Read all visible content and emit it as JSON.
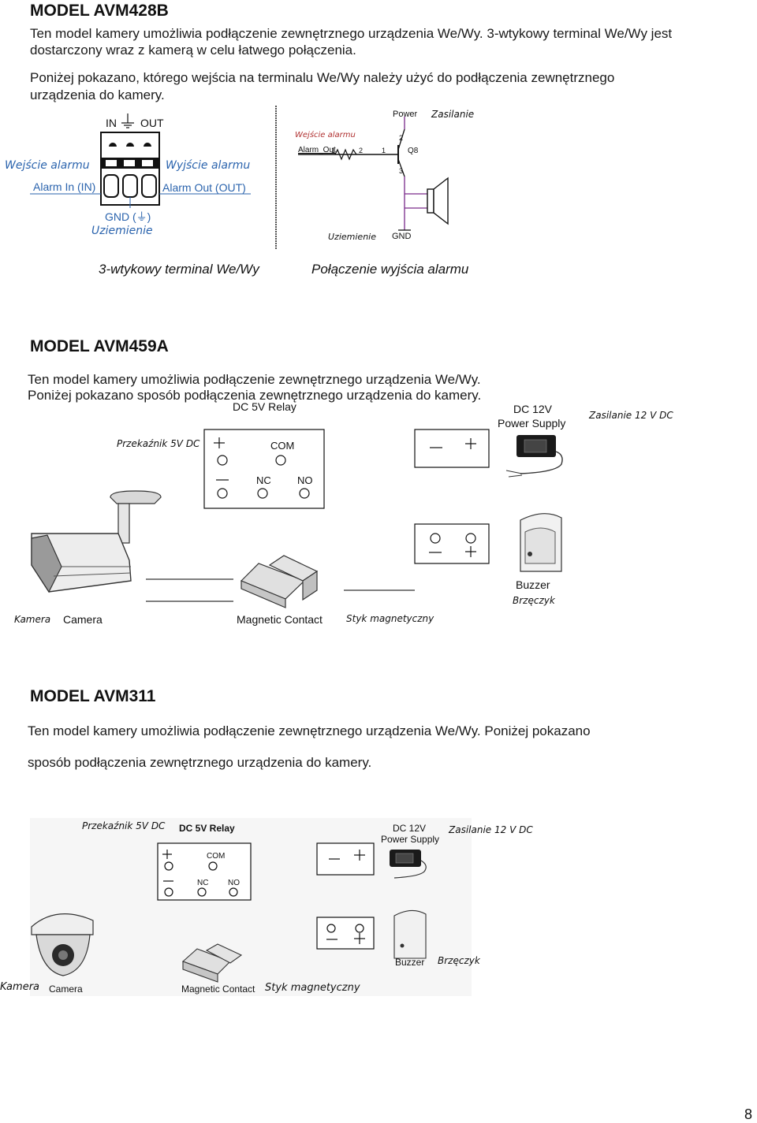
{
  "section1": {
    "heading": "MODEL AVM428B",
    "para1_line1": "Ten model kamery umożliwia podłączenie zewnętrznego urządzenia We/Wy. 3-wtykowy terminal We/Wy jest",
    "para1_line2": "dostarczony wraz z kamerą w celu łatwego połączenia.",
    "para2_line1": "Poniżej pokazano, którego wejścia na terminalu We/Wy należy użyć do podłączenia zewnętrznego",
    "para2_line2": "urządzenia do kamery.",
    "terminal": {
      "in": "IN",
      "out": "OUT",
      "wejscie": "Wejście alarmu",
      "alarm_in": "Alarm In (IN)",
      "wyjscie": "Wyjście alarmu",
      "alarm_out": "Alarm Out (OUT)",
      "gnd": "GND (⏚)",
      "uziemienie": "Uziemienie",
      "caption": "3-wtykowy terminal We/Wy"
    },
    "circuit": {
      "power": "Power",
      "zasilanie": "Zasilanie",
      "wejscie": "Wejście alarmu",
      "alarm_out": "Alarm_Out",
      "pin1": "1",
      "pin2": "2",
      "pin1b": "1",
      "q": "Q8",
      "t2": "2",
      "t3": "3",
      "uziemienie": "Uziemienie",
      "gnd": "GND",
      "caption": "Połączenie wyjścia alarmu"
    }
  },
  "section2": {
    "heading": "MODEL AVM459A",
    "line1": "Ten model kamery umożliwia podłączenie zewnętrznego urządzenia We/Wy.",
    "line2": "Poniżej pokazano sposób podłączenia zewnętrznego urządzenia do kamery.",
    "relay_title": "DC 5V Relay",
    "relay_pl": "Przekaźnik 5V DC",
    "com": "COM",
    "nc": "NC",
    "no": "NO",
    "psu_title_1": "DC 12V",
    "psu_title_2": "Power Supply",
    "psu_pl": "Zasilanie 12 V DC",
    "buzzer": "Buzzer",
    "buzzer_pl": "Brzęczyk",
    "kamera": "Kamera",
    "camera": "Camera",
    "magnetic": "Magnetic Contact",
    "styk": "Styk magnetyczny"
  },
  "section3": {
    "heading": "MODEL AVM311",
    "line1": "Ten model kamery umożliwia podłączenie zewnętrznego urządzenia We/Wy. Poniżej pokazano",
    "line2": "sposób podłączenia zewnętrznego urządzenia do kamery.",
    "relay_pl": "Przekaźnik 5V DC",
    "relay_title": "DC 5V Relay",
    "com": "COM",
    "nc": "NC",
    "no": "NO",
    "psu_title_1": "DC 12V",
    "psu_title_2": "Power Supply",
    "psu_pl": "Zasilanie 12 V DC",
    "buzzer": "Buzzer",
    "buzzer_pl": "Brzęczyk",
    "kamera": "Kamera",
    "camera": "Camera",
    "magnetic": "Magnetic Contact",
    "styk": "Styk magnetyczny"
  },
  "page_number": "8"
}
